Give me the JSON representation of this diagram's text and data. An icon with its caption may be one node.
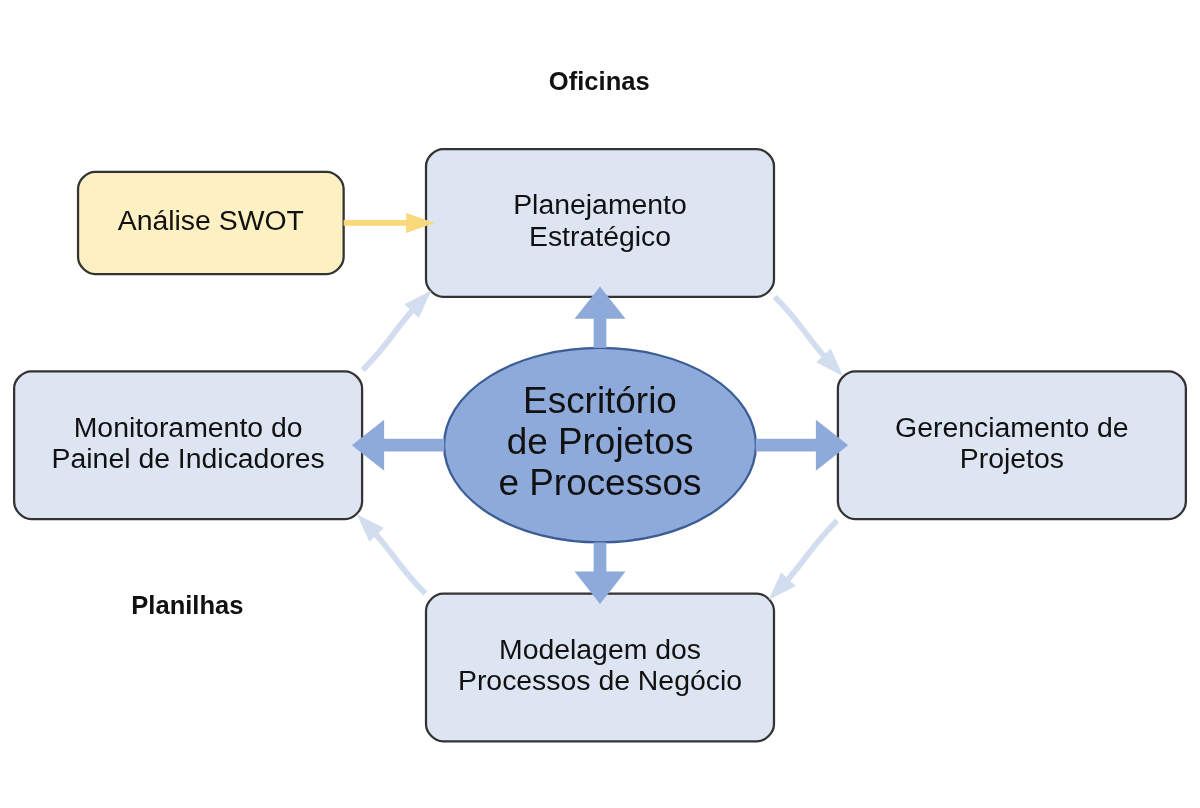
{
  "diagram": {
    "nodes": [
      {
        "text": [
          "Análise SWOT"
        ]
      },
      {
        "text": [
          "Planejamento Estratégico"
        ],
        "beside": [
          "Oficinas"
        ]
      },
      {
        "text": [
          "Gerenciamento de Projetos"
        ]
      },
      {
        "text": [
          "Modelagem dos Processos de Negócio"
        ]
      },
      {
        "text": [
          "Monitoramento do Painel de Indicadores"
        ],
        "beside": [
          "Planilhas"
        ]
      },
      {
        "text": [
          "Escritório de Projetos e Processos"
        ]
      }
    ],
    "edges": [
      {
        "from": 0,
        "to": 1,
        "arrow": "to",
        "color": "#f9d97c"
      },
      {
        "from": 5,
        "to": 1,
        "arrow": "to",
        "style": "thick",
        "color": "#8eaadb"
      },
      {
        "from": 5,
        "to": 2,
        "arrow": "to",
        "style": "thick",
        "color": "#8eaadb"
      },
      {
        "from": 5,
        "to": 3,
        "arrow": "to",
        "style": "thick",
        "color": "#8eaadb"
      },
      {
        "from": 5,
        "to": 4,
        "arrow": "to",
        "style": "thick",
        "color": "#8eaadb"
      },
      {
        "from": 1,
        "to": 2,
        "arrow": "to",
        "color": "#d3ddf0"
      },
      {
        "from": 2,
        "to": 3,
        "arrow": "to",
        "color": "#d3ddf0"
      },
      {
        "from": 3,
        "to": 4,
        "arrow": "to",
        "color": "#d3ddf0"
      },
      {
        "from": 4,
        "to": 1,
        "arrow": "to",
        "color": "#d3ddf0"
      }
    ]
  }
}
